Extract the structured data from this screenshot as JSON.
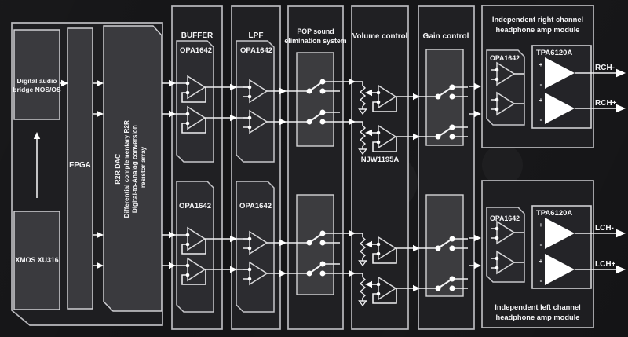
{
  "colors": {
    "background": "#141416",
    "panel": "#202023",
    "inner_box": "#2c2c30",
    "chip_box": "#3a3a3e",
    "border": "#b9b9bd",
    "signal_line": "#ededef",
    "white": "#ffffff"
  },
  "source": {
    "bridge_line1": "Digital audio",
    "bridge_line2": "bridge NOS/OS",
    "xmos": "XMOS XU316",
    "fpga": "FPGA",
    "r2r_lines": [
      "R2R DAC",
      "Differential complementary R2R",
      "Digital-to-Analog conversion",
      "resistor array"
    ]
  },
  "stages": {
    "buffer": {
      "title": "BUFFER",
      "chip_top": "OPA1642",
      "chip_bottom": "OPA1642"
    },
    "lpf": {
      "title": "LPF",
      "chip_top": "OPA1642",
      "chip_bottom": "OPA1642"
    },
    "pop": {
      "title_line1": "POP sound",
      "title_line2": "elimination system"
    },
    "volume": {
      "title": "Volume control",
      "chip": "NJW1195A"
    },
    "gain": {
      "title": "Gain control"
    }
  },
  "modules": {
    "right": {
      "title_line1": "Independent right channel",
      "title_line2": "headphone amp module",
      "opamp_chip": "OPA1642",
      "amp_chip": "TPA6120A",
      "plus": "+",
      "minus": "-",
      "out_top": "RCH-",
      "out_bottom": "RCH+"
    },
    "left": {
      "title_line1": "Independent left channel",
      "title_line2": "headphone amp module",
      "opamp_chip": "OPA1642",
      "amp_chip": "TPA6120A",
      "plus": "+",
      "minus": "-",
      "out_top": "LCH-",
      "out_bottom": "LCH+"
    }
  }
}
